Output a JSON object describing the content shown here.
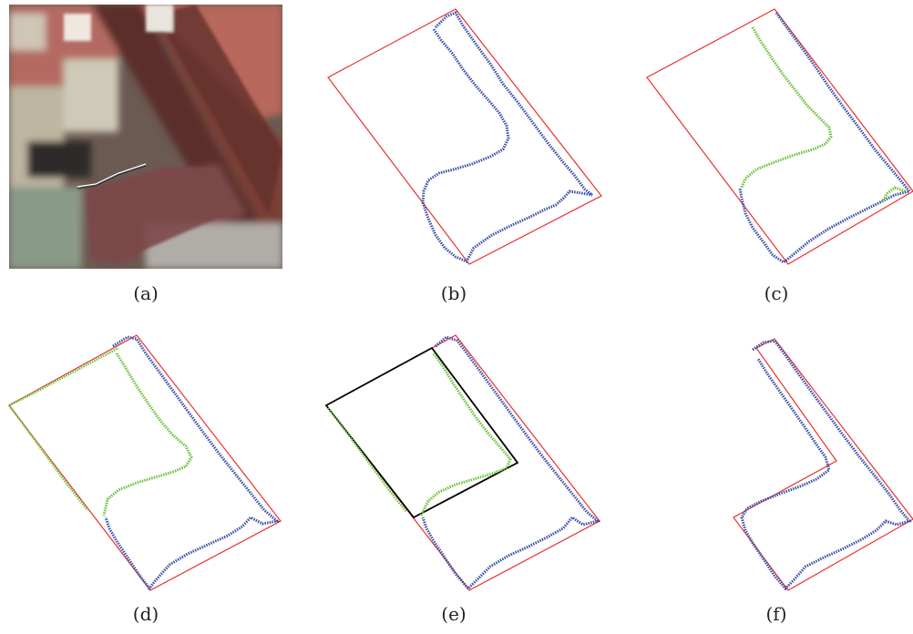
{
  "panels": [
    {
      "id": "a",
      "caption": "(a)"
    },
    {
      "id": "b",
      "caption": "(b)"
    },
    {
      "id": "c",
      "caption": "(c)"
    },
    {
      "id": "d",
      "caption": "(d)"
    },
    {
      "id": "e",
      "caption": "(e)"
    },
    {
      "id": "f",
      "caption": "(f)"
    }
  ],
  "colors": {
    "bounding_box": "#e8302e",
    "boundary_pixels": "#3a4fa8",
    "selected_pixels": "#6cc13a",
    "fitted_rectangle": "#000000"
  }
}
